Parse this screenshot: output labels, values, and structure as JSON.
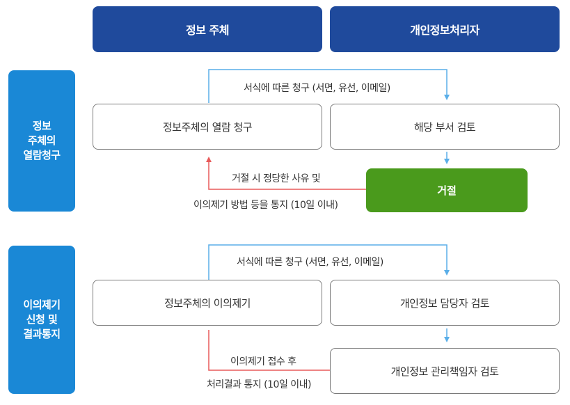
{
  "headers": {
    "subject": "정보 주체",
    "processor": "개인정보처리자"
  },
  "side": {
    "access": "정보\n주체의\n열람청구",
    "objection": "이의제기\n신청 및\n결과통지"
  },
  "section1": {
    "request_note": "서식에 따른 청구 (서면, 유선, 이메일)",
    "request_box": "정보주체의 열람 청구",
    "review_box": "해당 부서 검토",
    "reject_box": "거절",
    "reject_note_1": "거절 시 정당한 사유 및",
    "reject_note_2": "이의제기 방법 등을 통지 (10일 이내)"
  },
  "section2": {
    "request_note": "서식에 따른 청구 (서면, 유선, 이메일)",
    "objection_box": "정보주체의 이의제기",
    "officer_box": "개인정보 담당자 검토",
    "manager_box": "개인정보 관리책임자 검토",
    "result_note_1": "이의제기 접수 후",
    "result_note_2": "처리결과 통지 (10일 이내)"
  },
  "colors": {
    "header": "#1f4a9c",
    "side": "#1a88d6",
    "reject": "#4a9a1c",
    "blue_line": "#5aaee8",
    "red_line": "#e85a5a"
  }
}
